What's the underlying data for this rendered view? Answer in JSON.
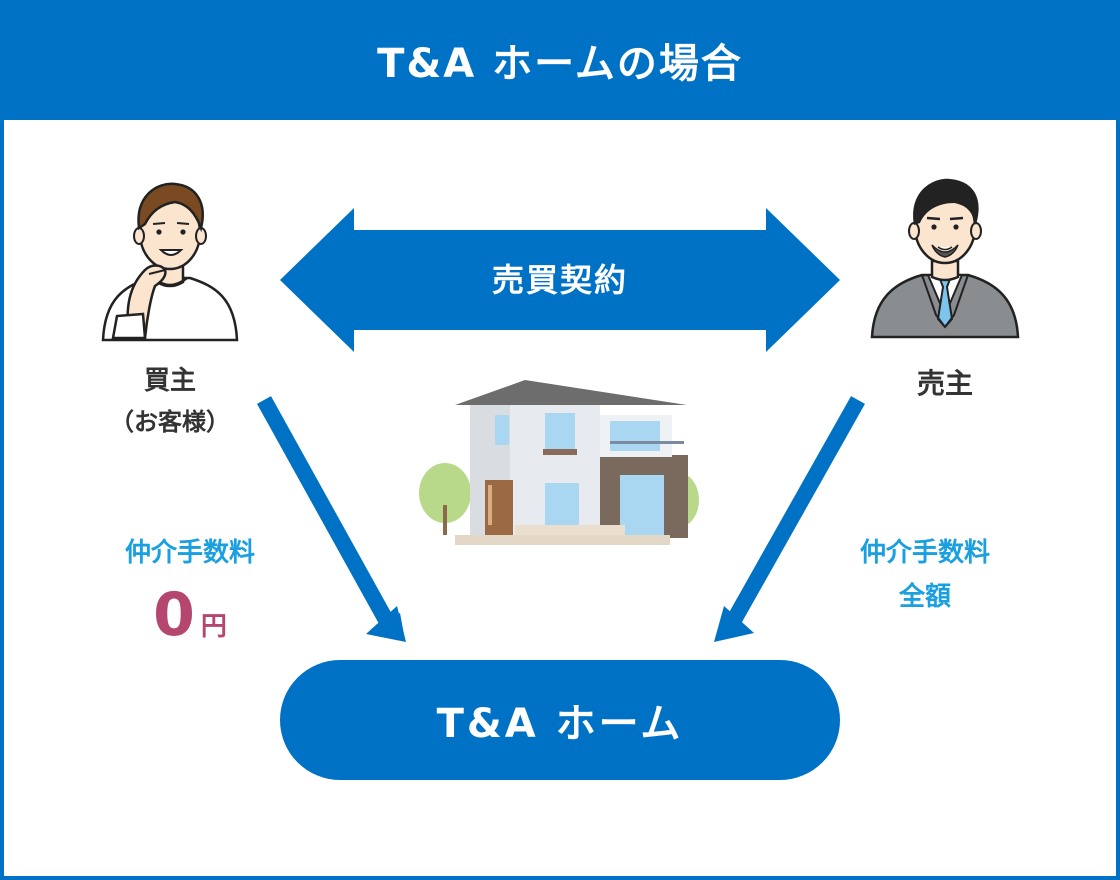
{
  "header": {
    "title": "T&A ホームの場合"
  },
  "contract": {
    "label": "売買契約"
  },
  "buyer": {
    "label": "買主",
    "sub_label": "（お客様）"
  },
  "seller": {
    "label": "売主"
  },
  "buyer_fee": {
    "label": "仲介手数料",
    "amount": "0",
    "unit": "円"
  },
  "seller_fee": {
    "label": "仲介手数料",
    "amount": "全額"
  },
  "company": {
    "name": "T&A ホーム"
  },
  "colors": {
    "primary_blue": "#0072c6",
    "fee_cyan": "#1aa0e0",
    "zero_magenta": "#b5466f"
  },
  "icons": {
    "buyer": "casual-man-icon",
    "seller": "businessman-icon",
    "house": "house-icon"
  }
}
